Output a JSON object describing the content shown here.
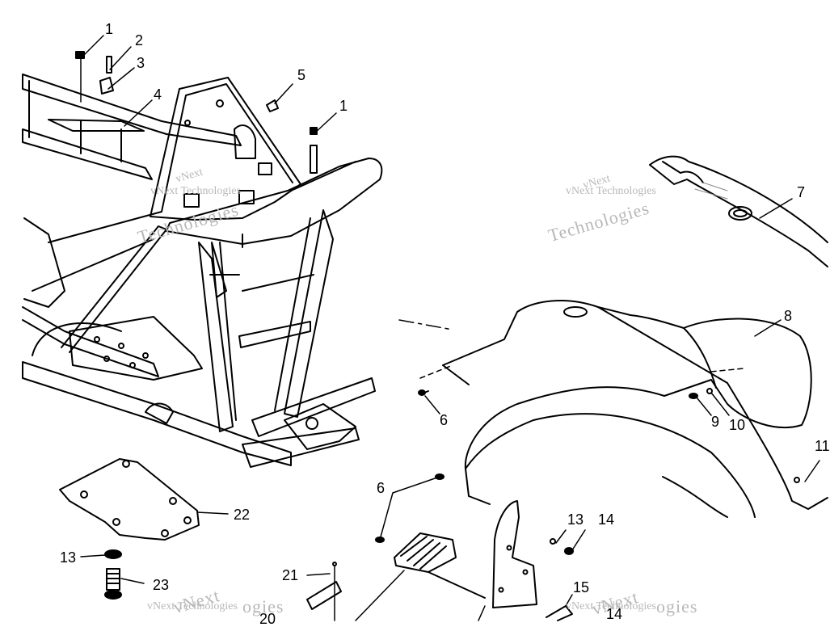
{
  "diagram": {
    "callouts": [
      {
        "id": "c1a",
        "text": "1"
      },
      {
        "id": "c2",
        "text": "2"
      },
      {
        "id": "c3",
        "text": "3"
      },
      {
        "id": "c4",
        "text": "4"
      },
      {
        "id": "c5",
        "text": "5"
      },
      {
        "id": "c1b",
        "text": "1"
      },
      {
        "id": "c7",
        "text": "7"
      },
      {
        "id": "c8",
        "text": "8"
      },
      {
        "id": "c6a",
        "text": "6"
      },
      {
        "id": "c9",
        "text": "9"
      },
      {
        "id": "c10",
        "text": "10"
      },
      {
        "id": "c11",
        "text": "11"
      },
      {
        "id": "c6b",
        "text": "6"
      },
      {
        "id": "c13a",
        "text": "13"
      },
      {
        "id": "c14a",
        "text": "14"
      },
      {
        "id": "c22",
        "text": "22"
      },
      {
        "id": "c13b",
        "text": "13"
      },
      {
        "id": "c23",
        "text": "23"
      },
      {
        "id": "c21",
        "text": "21"
      },
      {
        "id": "c15",
        "text": "15"
      },
      {
        "id": "c20",
        "text": "20"
      },
      {
        "id": "c14b",
        "text": "14"
      }
    ],
    "watermarks": {
      "brand": "vNext",
      "company": "vNext Technologies",
      "word": "Technologies",
      "partial": "ogies"
    }
  }
}
